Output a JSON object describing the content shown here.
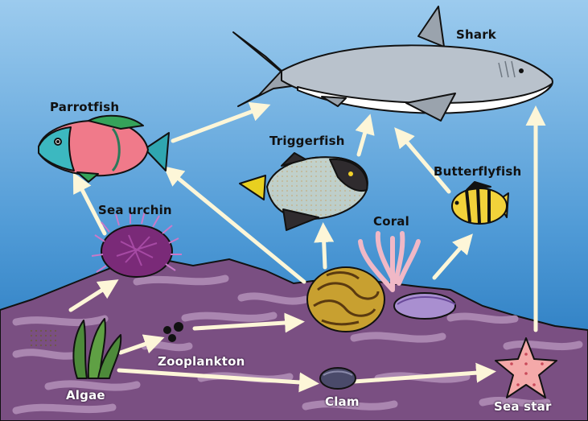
{
  "diagram": {
    "nodes": {
      "shark": "Shark",
      "parrotfish": "Parrotfish",
      "triggerfish": "Triggerfish",
      "butterflyfish": "Butterflyfish",
      "sea_urchin": "Sea urchin",
      "coral": "Coral",
      "zooplankton": "Zooplankton",
      "algae": "Algae",
      "clam": "Clam",
      "sea_star": "Sea star"
    },
    "edges": [
      {
        "from": "Algae",
        "to": "Sea urchin"
      },
      {
        "from": "Algae",
        "to": "Zooplankton"
      },
      {
        "from": "Algae",
        "to": "Clam"
      },
      {
        "from": "Zooplankton",
        "to": "Coral"
      },
      {
        "from": "Clam",
        "to": "Sea star"
      },
      {
        "from": "Sea urchin",
        "to": "Parrotfish"
      },
      {
        "from": "Coral",
        "to": "Parrotfish"
      },
      {
        "from": "Coral",
        "to": "Triggerfish"
      },
      {
        "from": "Coral",
        "to": "Butterflyfish"
      },
      {
        "from": "Parrotfish",
        "to": "Shark"
      },
      {
        "from": "Triggerfish",
        "to": "Shark"
      },
      {
        "from": "Butterflyfish",
        "to": "Shark"
      },
      {
        "from": "Sea star",
        "to": "Shark"
      }
    ],
    "colors": {
      "water_top": "#8fc6ea",
      "water_bottom": "#1f78c0",
      "seafloor": "#7a5080",
      "seafloor_stripe": "#b48fb8",
      "arrow": "#fdf6d8"
    }
  }
}
